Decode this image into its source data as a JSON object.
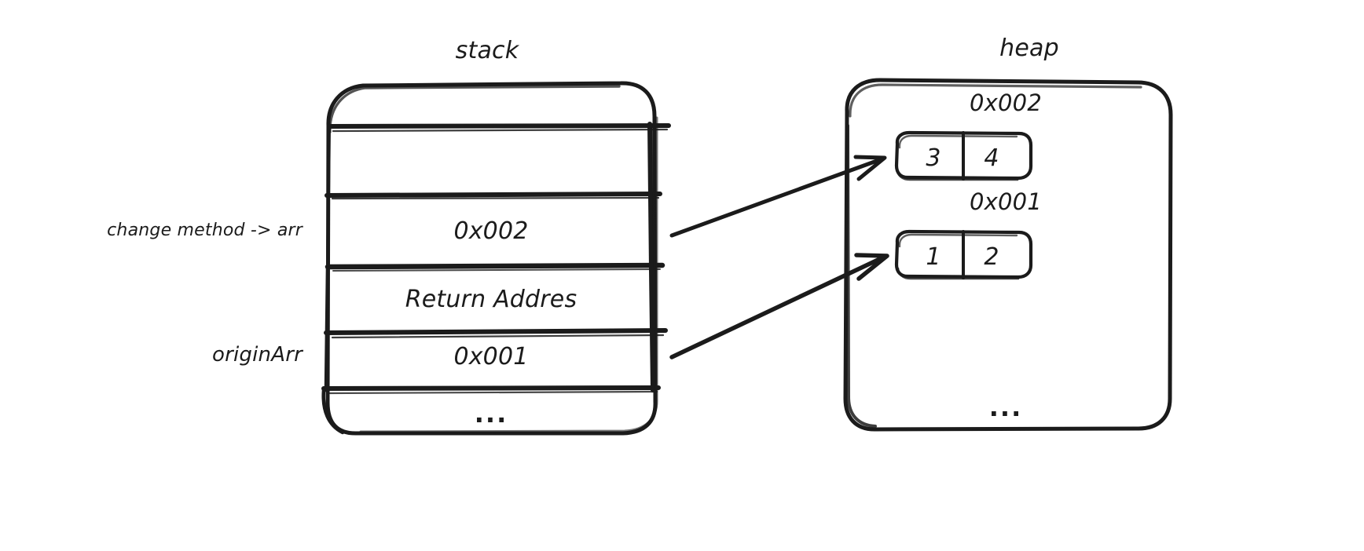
{
  "diagram": {
    "title_stack": "stack",
    "title_heap": "heap",
    "stroke_color": "#1b1b1b",
    "background_color": "#ffffff"
  },
  "stack": {
    "label": "stack",
    "side_labels": {
      "arr": "change method -> arr",
      "origin": "originArr"
    },
    "rows": [
      {
        "name": "empty-top",
        "value": ""
      },
      {
        "name": "empty-second",
        "value": ""
      },
      {
        "name": "arr-pointer",
        "value": "0x002"
      },
      {
        "name": "return-address",
        "value": "Return Addres"
      },
      {
        "name": "origin-pointer",
        "value": "0x001"
      },
      {
        "name": "ellipsis",
        "value": "..."
      }
    ]
  },
  "heap": {
    "label": "heap",
    "blocks": [
      {
        "address": "0x002",
        "cells": [
          "3",
          "4"
        ]
      },
      {
        "address": "0x001",
        "cells": [
          "1",
          "2"
        ]
      }
    ],
    "ellipsis": "..."
  },
  "arrows": [
    {
      "name": "arr-to-0x002",
      "from": "stack.arr-pointer",
      "to": "heap.0x002"
    },
    {
      "name": "originArr-to-0x001",
      "from": "stack.origin-pointer",
      "to": "heap.0x001"
    }
  ]
}
